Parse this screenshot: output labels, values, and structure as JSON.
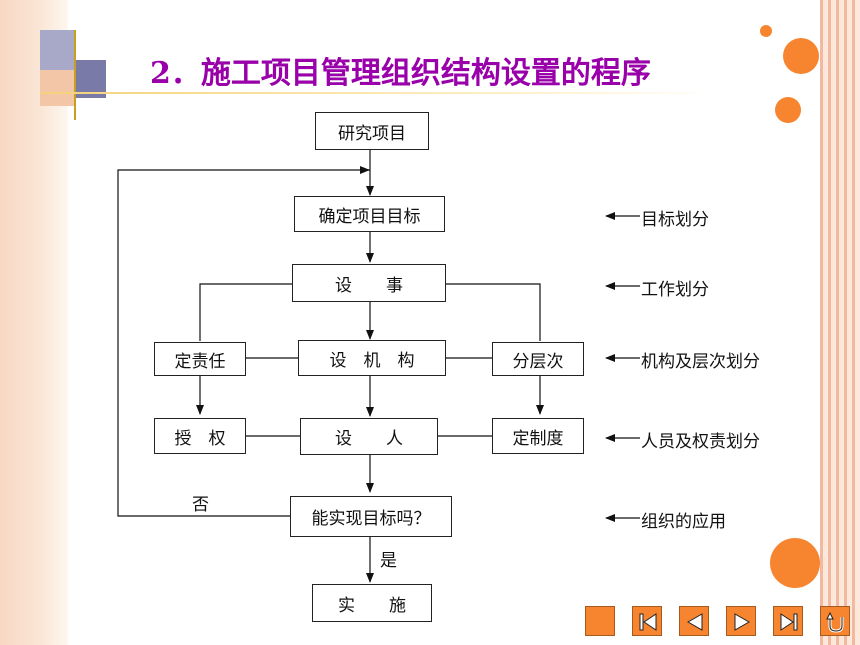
{
  "slide": {
    "title": "2．施工项目管理组织结构设置的程序"
  },
  "flowchart": {
    "nodes": {
      "research": "研究项目",
      "goals": "确定项目目标",
      "tasks": "设　　事",
      "mechanism": "设　机　构",
      "responsibility": "定责任",
      "layers": "分层次",
      "authorize": "授　权",
      "people": "设　　人",
      "rules": "定制度",
      "decision": "能实现目标吗？",
      "implement": "实　　施"
    },
    "edge_labels": {
      "no": "否",
      "yes": "是"
    },
    "stages": [
      "目标划分",
      "工作划分",
      "机构及层次划分",
      "人员及权责划分",
      "组织的应用"
    ]
  },
  "navigation": {
    "icons": [
      "blank-icon",
      "first-slide-icon",
      "previous-slide-icon",
      "next-slide-icon",
      "last-slide-icon",
      "return-icon"
    ]
  },
  "colors": {
    "title": "#9900aa",
    "accent": "#f7852f"
  }
}
